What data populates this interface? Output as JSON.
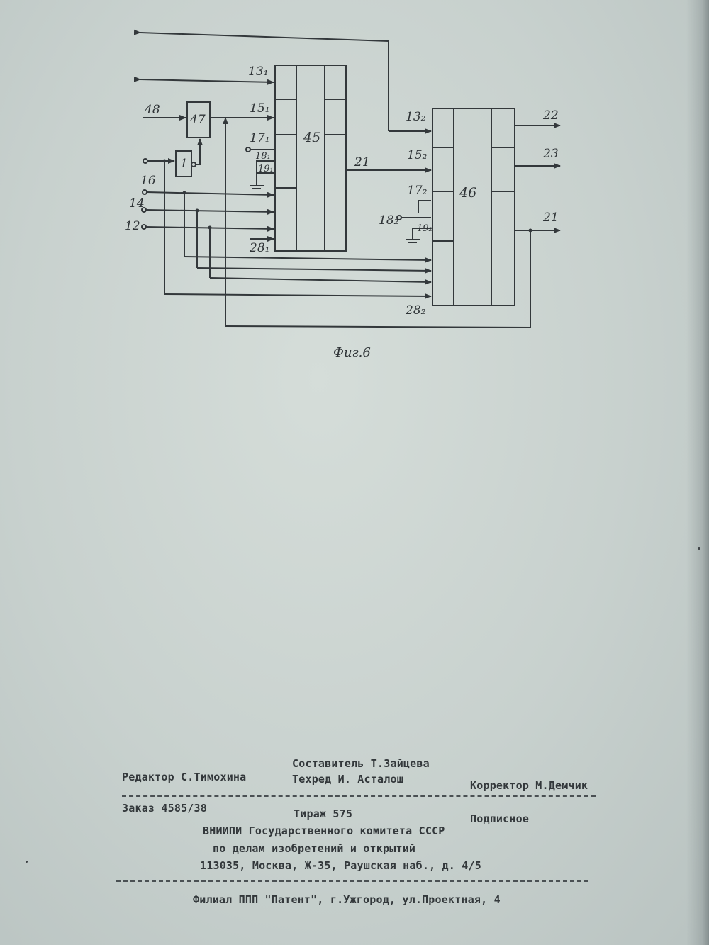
{
  "figure": {
    "caption": "Фиг.6",
    "blocks": {
      "b45": "45",
      "b46": "46",
      "b47": "47",
      "b1": "1"
    },
    "labels": {
      "in48": "48",
      "in16": "16",
      "in14": "14",
      "in12": "12",
      "p13_1": "13₁",
      "p15_1": "15₁",
      "p17_1": "17₁",
      "p18_1": "18₁",
      "p19_1": "19₁",
      "p28_1": "28₁",
      "p21_link": "21",
      "p13_2": "13₂",
      "p15_2": "15₂",
      "p17_2": "17₂",
      "p18_2": "18₂",
      "p19_2": "19₂",
      "p28_2": "28₂",
      "out22": "22",
      "out23": "23",
      "out21": "21"
    }
  },
  "imprint": {
    "compiler": "Составитель Т.Зайцева",
    "editor": "Редактор С.Тимохина",
    "techred": "Техред И. Асталош",
    "corrector": "Корректор М.Демчик",
    "order": "Заказ 4585/38",
    "circulation": "Тираж 575",
    "subscription": "Подписное",
    "org_line1": "ВНИИПИ Государственного комитета СССР",
    "org_line2": "по делам изобретений и открытий",
    "address": "113035, Москва, Ж-35, Раушская наб., д. 4/5",
    "branch": "Филиал ППП \"Патент\", г.Ужгород, ул.Проектная, 4"
  }
}
